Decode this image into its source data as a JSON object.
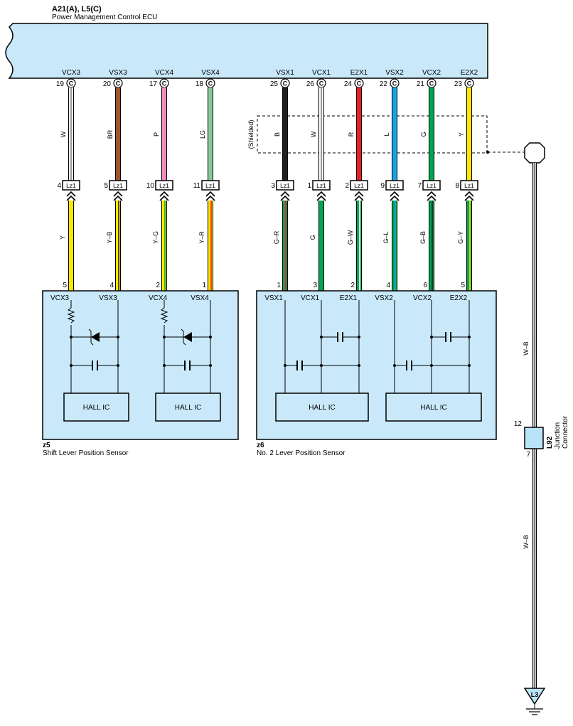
{
  "ecu": {
    "ref": "A21(A), L5(C)",
    "name": "Power Management Control ECU",
    "connector_letter": "C",
    "pins": [
      {
        "signal": "VCX3",
        "pin": "19"
      },
      {
        "signal": "VSX3",
        "pin": "20"
      },
      {
        "signal": "VCX4",
        "pin": "17"
      },
      {
        "signal": "VSX4",
        "pin": "18"
      },
      {
        "signal": "VSX1",
        "pin": "25"
      },
      {
        "signal": "VCX1",
        "pin": "26"
      },
      {
        "signal": "E2X1",
        "pin": "24"
      },
      {
        "signal": "VSX2",
        "pin": "22"
      },
      {
        "signal": "VCX2",
        "pin": "21"
      },
      {
        "signal": "E2X2",
        "pin": "23"
      }
    ]
  },
  "upper_wires": [
    {
      "color_code": "W",
      "color": "#ffffff"
    },
    {
      "color_code": "BR",
      "color": "#a0522d"
    },
    {
      "color_code": "P",
      "color": "#f08cc0"
    },
    {
      "color_code": "LG",
      "color": "#86c99a"
    },
    {
      "color_code": "B",
      "color": "#231f20"
    },
    {
      "color_code": "W",
      "color": "#ffffff"
    },
    {
      "color_code": "R",
      "color": "#ed1c24"
    },
    {
      "color_code": "L",
      "color": "#16a6e3"
    },
    {
      "color_code": "G",
      "color": "#00a651"
    },
    {
      "color_code": "Y",
      "color": "#ffe600"
    }
  ],
  "shield_label": "(Shielded)",
  "junction": {
    "label": "Lz1",
    "pins": [
      "4",
      "5",
      "10",
      "11",
      "3",
      "1",
      "2",
      "9",
      "7",
      "8"
    ]
  },
  "lower_wires": [
    {
      "color_code": "Y",
      "base": "#ffe600",
      "stripe": ""
    },
    {
      "color_code": "Y–B",
      "base": "#ffe600",
      "stripe": "#231f20"
    },
    {
      "color_code": "Y–G",
      "base": "#ffe600",
      "stripe": "#00a651"
    },
    {
      "color_code": "Y–R",
      "base": "#ffe600",
      "stripe": "#ed1c24"
    },
    {
      "color_code": "G–R",
      "base": "#00a651",
      "stripe": "#ed1c24"
    },
    {
      "color_code": "G",
      "base": "#00a651",
      "stripe": ""
    },
    {
      "color_code": "G–W",
      "base": "#00a651",
      "stripe": "#ffffff"
    },
    {
      "color_code": "G–L",
      "base": "#00a651",
      "stripe": "#16a6e3"
    },
    {
      "color_code": "G–B",
      "base": "#00a651",
      "stripe": "#231f20"
    },
    {
      "color_code": "G–Y",
      "base": "#00a651",
      "stripe": "#ffe600"
    }
  ],
  "sensor_pins": [
    "5",
    "4",
    "2",
    "1",
    "1",
    "3",
    "2",
    "4",
    "6",
    "5"
  ],
  "z5": {
    "ref": "z5",
    "name": "Shift Lever Position Sensor",
    "signals": [
      "VCX3",
      "VSX3",
      "VCX4",
      "VSX4"
    ],
    "hall": [
      "HALL IC",
      "HALL IC"
    ]
  },
  "z6": {
    "ref": "z6",
    "name": "No.  2 Lever Position Sensor",
    "signals": [
      "VSX1",
      "VCX1",
      "E2X1",
      "VSX2",
      "VCX2",
      "E2X2"
    ],
    "hall": [
      "HALL IC",
      "HALL IC"
    ]
  },
  "ground_wire": {
    "upper_code": "W–B",
    "lower_code": "W–B",
    "connector_ref": "L92",
    "connector_name_1": "Junction",
    "connector_name_2": "Connector",
    "pin_top": "12",
    "pin_bottom": "7",
    "ground_ref": "L3"
  },
  "colors": {
    "box_fill": "#c9e9fa",
    "connector_fill": "#b9e3f7"
  }
}
